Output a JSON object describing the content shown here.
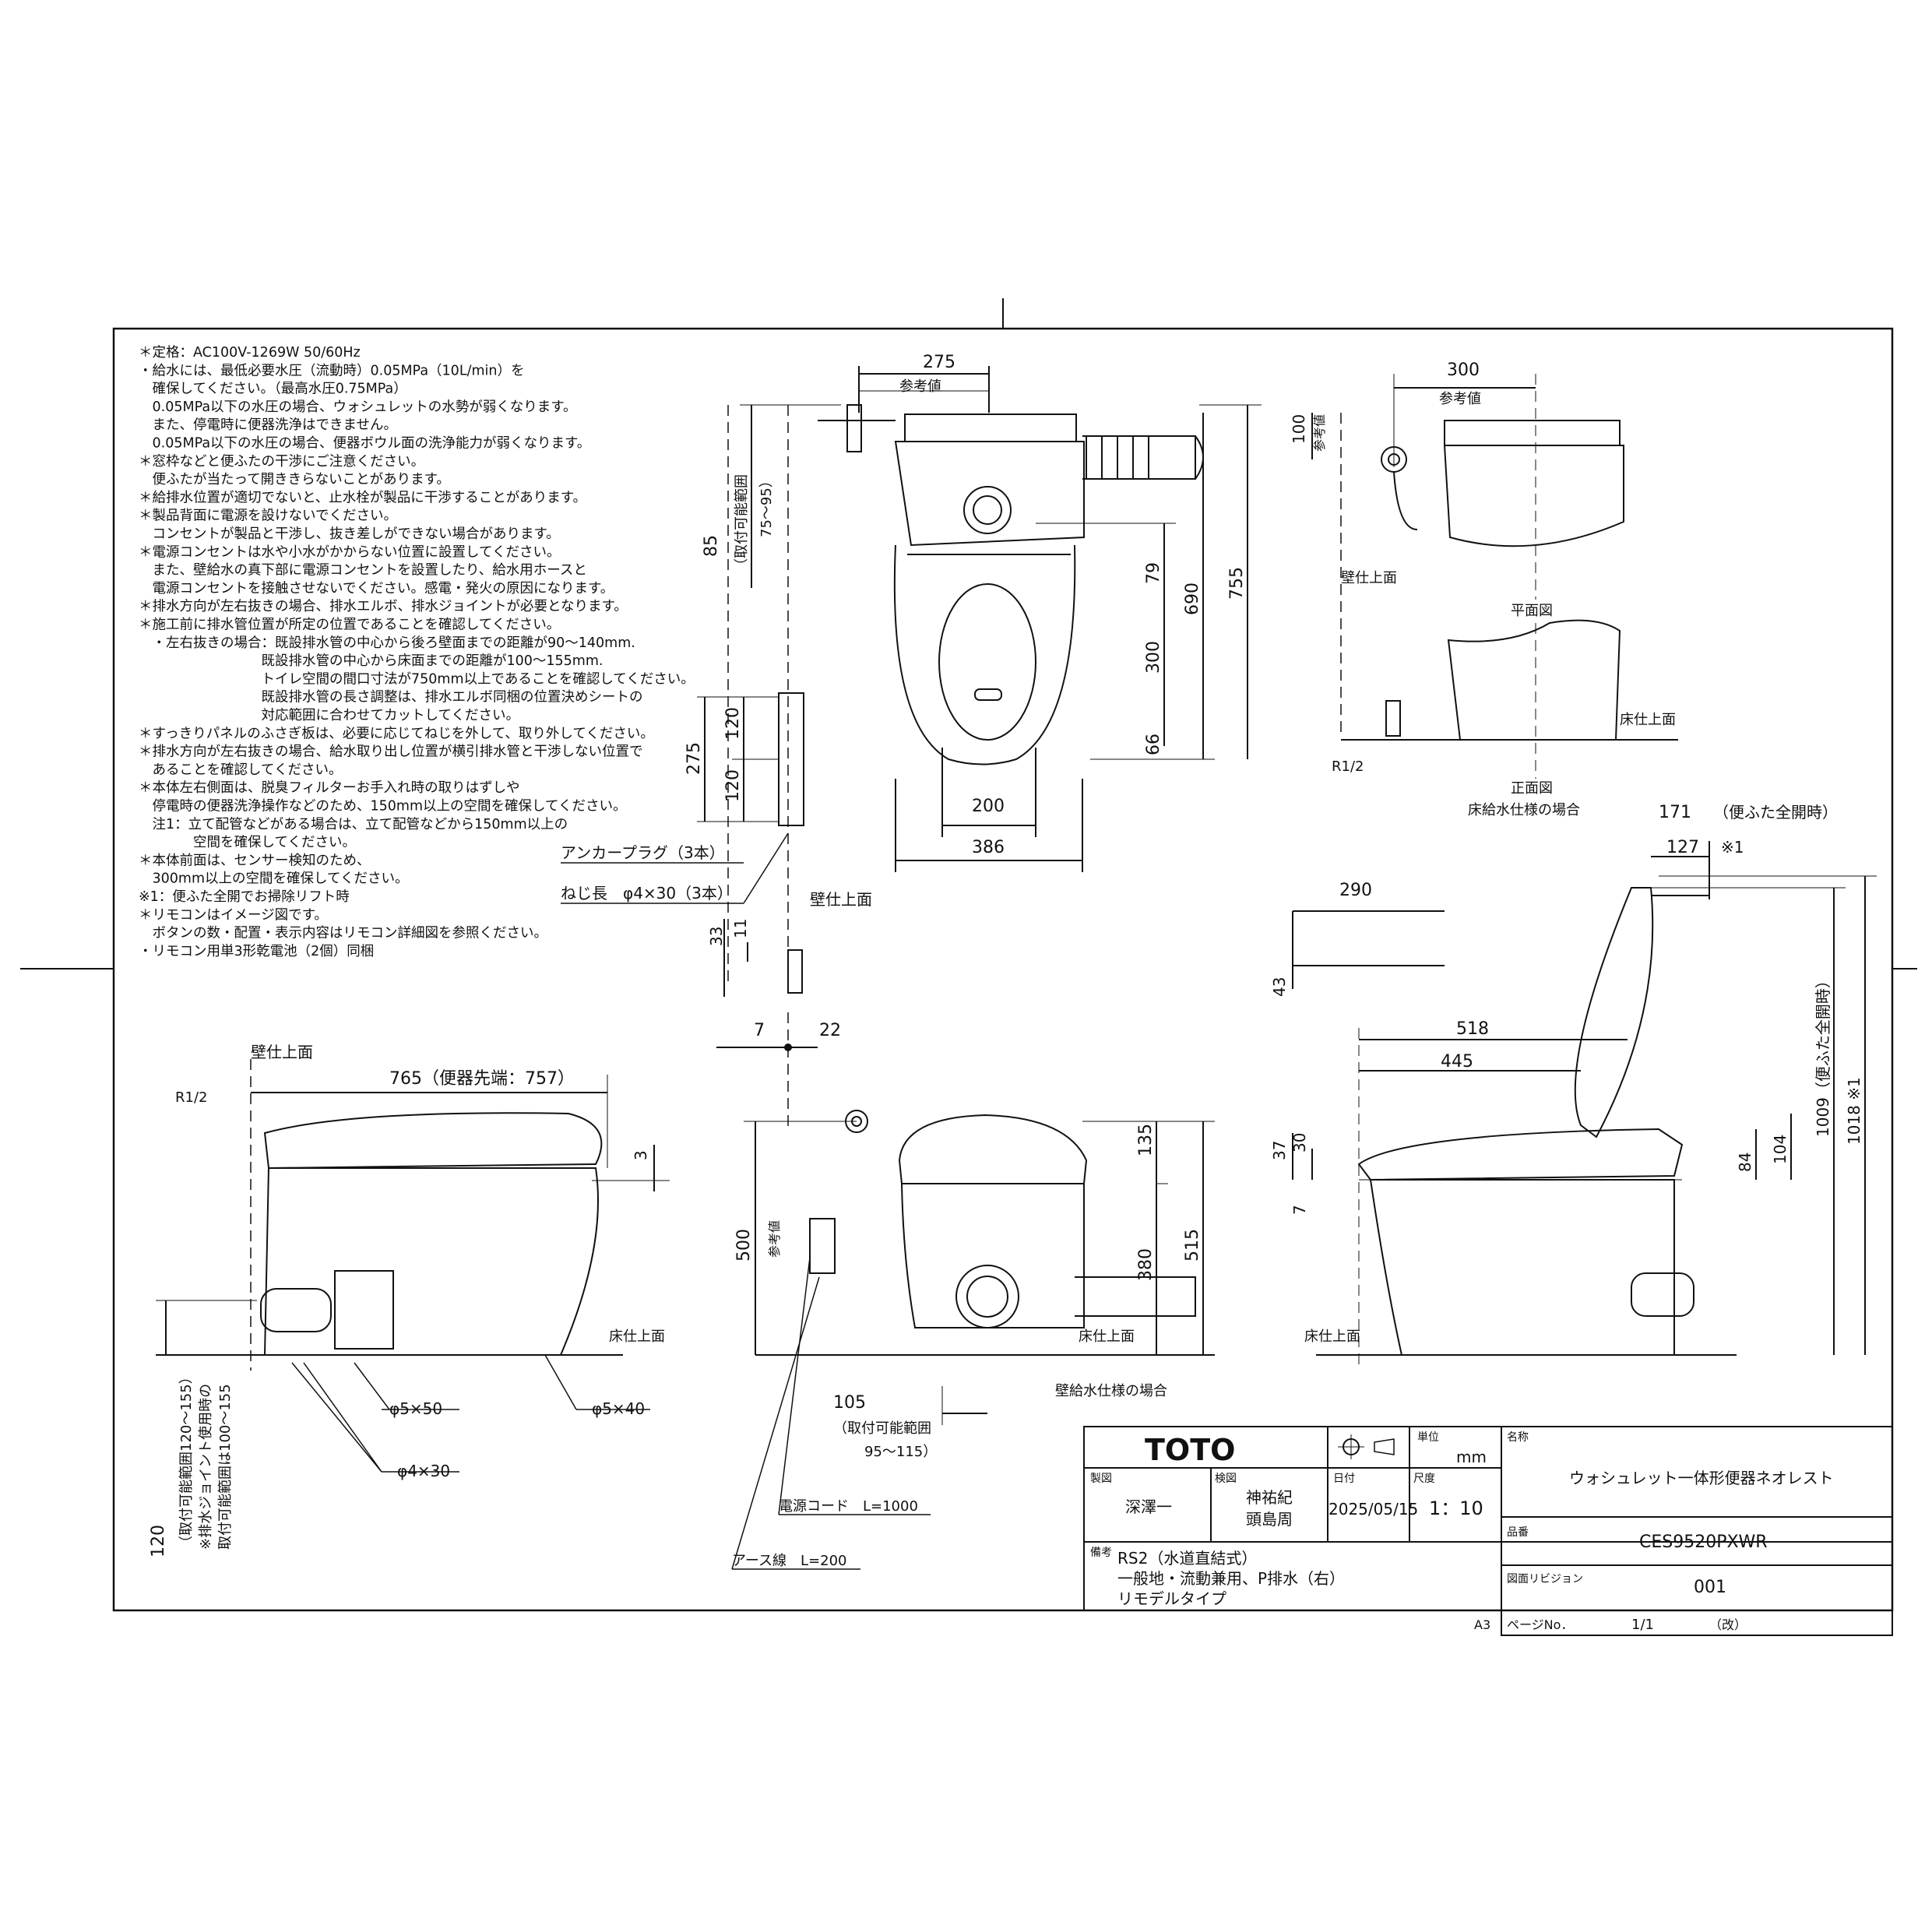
{
  "notes": [
    "＊定格：AC100V-1269W 50/60Hz",
    "・給水には、最低必要水圧（流動時）0.05MPa（10L/min）を",
    "　確保してください。（最高水圧0.75MPa）",
    "　0.05MPa以下の水圧の場合、ウォシュレットの水勢が弱くなります。",
    "　また、停電時に便器洗浄はできません。",
    "　0.05MPa以下の水圧の場合、便器ボウル面の洗浄能力が弱くなります。",
    "＊窓枠などと便ふたの干渉にご注意ください。",
    "　便ふたが当たって開ききらないことがあります。",
    "＊給排水位置が適切でないと、止水栓が製品に干渉することがあります。",
    "＊製品背面に電源を設けないでください。",
    "　コンセントが製品と干渉し、抜き差しができない場合があります。",
    "＊電源コンセントは水や小水がかからない位置に設置してください。",
    "　また、壁給水の真下部に電源コンセントを設置したり、給水用ホースと",
    "　電源コンセントを接触させないでください。感電・発火の原因になります。",
    "＊排水方向が左右抜きの場合、排水エルボ、排水ジョイントが必要となります。",
    "＊施工前に排水管位置が所定の位置であることを確認してください。",
    "　・左右抜きの場合：既設排水管の中心から後ろ壁面までの距離が90～140mm.",
    "　　　　　　　　　既設排水管の中心から床面までの距離が100～155mm.",
    "　　　　　　　　　トイレ空間の間口寸法が750mm以上であることを確認してください。",
    "　　　　　　　　　既設排水管の長さ調整は、排水エルボ同梱の位置決めシートの",
    "　　　　　　　　　対応範囲に合わせてカットしてください。",
    "＊すっきりパネルのふさぎ板は、必要に応じてねじを外して、取り外してください。",
    "＊排水方向が左右抜きの場合、給水取り出し位置が横引排水管と干渉しない位置で",
    "　あることを確認してください。",
    "＊本体左右側面は、脱臭フィルターお手入れ時の取りはずしや",
    "　停電時の便器洗浄操作などのため、150mm以上の空間を確保してください。",
    "　注1：立て配管などがある場合は、立て配管などから150mm以上の",
    "　　　　空間を確保してください。",
    "＊本体前面は、センサー検知のため、",
    "　300mm以上の空間を確保してください。",
    "※1：便ふた全開でお掃除リフト時",
    "＊リモコンはイメージ図です。",
    "　ボタンの数・配置・表示内容はリモコン詳細図を参照ください。",
    "・リモコン用単3形乾電池（2個）同梱"
  ],
  "top_view": {
    "dim_275": "275",
    "ref": "参考値",
    "dim_85": "85",
    "range_v": "（取付可能範囲",
    "range_v2": "75～95）",
    "dim_79": "79",
    "dim_690": "690",
    "dim_755": "755",
    "dim_300": "300",
    "dim_66": "66",
    "dim_200": "200",
    "dim_386": "386",
    "dim_120a": "120",
    "dim_120b": "120",
    "dim_275b": "275",
    "anchor1": "アンカープラグ（3本）",
    "anchor2": "ねじ長　φ4×30（3本）",
    "wall": "壁仕上面"
  },
  "remote": {
    "dim_33": "33",
    "dim_11": "11",
    "dim_7": "7",
    "dim_22": "22"
  },
  "plan_view": {
    "dim_300": "300",
    "ref": "参考値",
    "dim_100": "100",
    "ref2": "参考値",
    "wall": "壁仕上面",
    "plan_label": "平面図",
    "floor": "床仕上面",
    "r12": "R1/2",
    "front_label": "正面図",
    "floor_supply": "床給水仕様の場合"
  },
  "side_view": {
    "wall": "壁仕上面",
    "dim_765": "765（便器先端：757）",
    "r12": "R1/2",
    "dim_3": "3",
    "floor": "床仕上面",
    "screw_50": "φ5×50",
    "screw_40": "φ5×40",
    "screw_30": "φ4×30",
    "dim_120": "120",
    "range1": "（取付可能範囲120～155）",
    "range2": "※排水ジョイント使用時の",
    "range3": "取付可能範囲は100～155"
  },
  "front_view": {
    "dim_135": "135",
    "dim_380": "380",
    "dim_515": "515",
    "dim_500": "500",
    "ref": "参考値",
    "floor": "床仕上面",
    "dim_105": "105",
    "range1": "（取付可能範囲",
    "range2": "95～115）",
    "cord": "電源コード　L=1000",
    "earth": "アース線　L=200",
    "wall_supply": "壁給水仕様の場合"
  },
  "open_view": {
    "dim_171": "171",
    "lid_open": "（便ふた全開時）",
    "dim_127": "127",
    "note1": "※1",
    "dim_290": "290",
    "dim_43": "43",
    "dim_518": "518",
    "dim_445": "445",
    "dim_37": "37",
    "dim_30": "30",
    "dim_7": "7",
    "dim_84": "84",
    "dim_104": "104",
    "dim_1009": "1009（便ふた全開時）",
    "dim_1018": "1018 ※1",
    "floor": "床仕上面"
  },
  "title_block": {
    "brand": "TOTO",
    "unit_label": "単位",
    "unit": "mm",
    "name_label": "名称",
    "name": "ウォシュレット一体形便器ネオレスト",
    "drawn_label": "製図",
    "drawn": "深澤一",
    "checked_label": "検図",
    "checked1": "神祐紀",
    "checked2": "頭島周",
    "date_label": "日付",
    "date": "2025/05/15",
    "scale_label": "尺度",
    "scale": "1：10",
    "model_label": "品番",
    "model": "CES9520PXWR",
    "remarks_label": "備考",
    "remarks1": "RS2（水道直結式）",
    "remarks2": "一般地・流動兼用、P排水（右）",
    "remarks3": "リモデルタイプ",
    "revision_label": "図面リビジョン",
    "revision": "001",
    "paper": "A3",
    "page_label": "ページNo．",
    "page": "1/1",
    "page_note": "（改）"
  }
}
